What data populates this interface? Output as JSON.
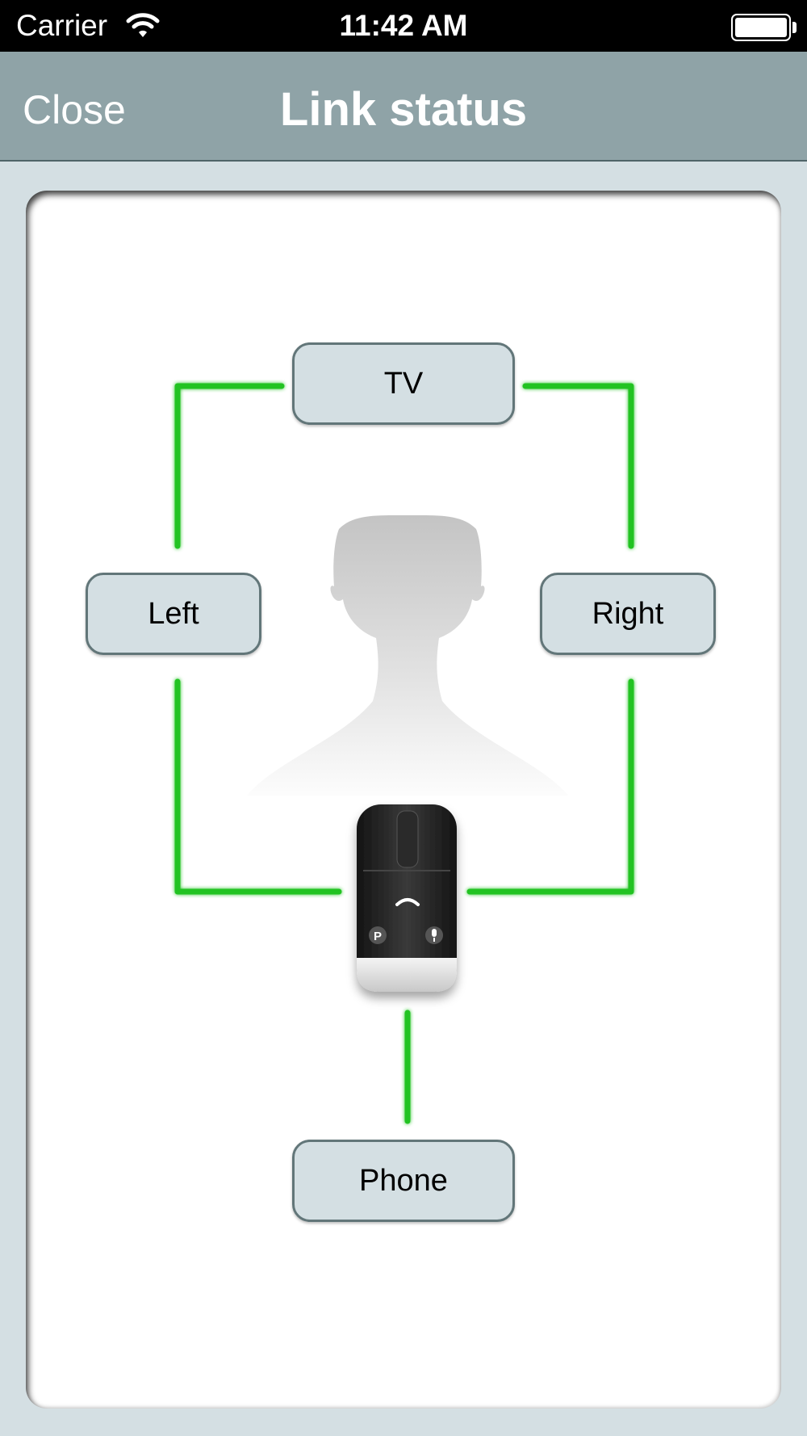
{
  "status_bar": {
    "carrier": "Carrier",
    "time": "11:42 AM",
    "wifi_icon": "wifi-icon",
    "battery_icon": "battery-full-icon"
  },
  "nav": {
    "close_label": "Close",
    "title": "Link status"
  },
  "devices": {
    "tv": "TV",
    "left": "Left",
    "right": "Right",
    "phone": "Phone"
  },
  "links": {
    "tv_left": "connected",
    "tv_right": "connected",
    "left_streamer": "connected",
    "right_streamer": "connected",
    "streamer_phone": "connected"
  },
  "icons": {
    "person": "person-silhouette-icon",
    "streamer": "streamer-device-icon"
  },
  "colors": {
    "link_connected": "#22c322",
    "nav_background": "#8fa3a7",
    "node_background": "#d4dfe3",
    "node_border": "#627679"
  }
}
